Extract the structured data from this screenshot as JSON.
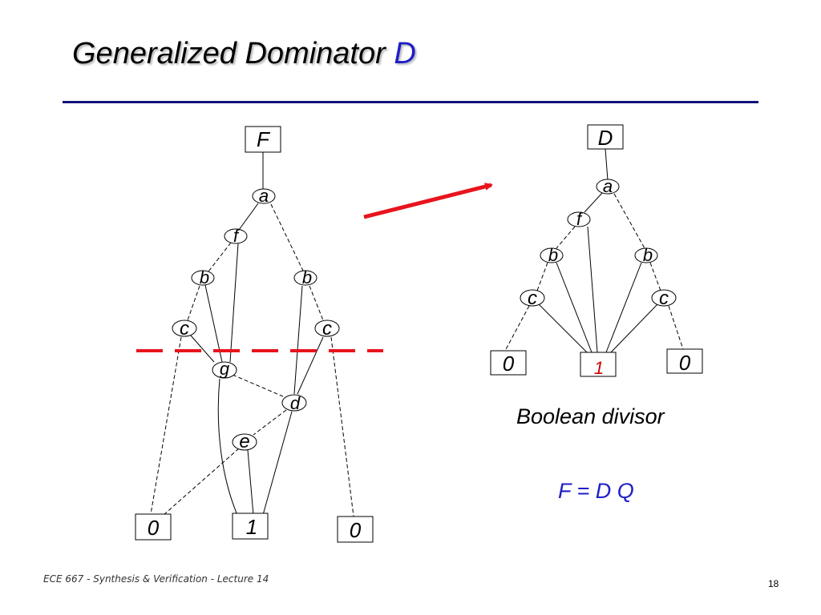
{
  "slide": {
    "title": "Generalized Dominator",
    "title_accent": "D",
    "footer": "ECE 667 - Synthesis & Verification - Lecture 14",
    "page_number": "18"
  },
  "colors": {
    "title_accent": "#1e1ec8",
    "rule": "#12127a",
    "cut_line": "#e8141c",
    "arrow": "#e8141c",
    "formula": "#1e1ec8",
    "divisor_terminal_one": "#cc0000"
  },
  "left_graph": {
    "root": "F",
    "nodes": {
      "a": "a",
      "f": "f",
      "b1": "b",
      "b2": "b",
      "c1": "c",
      "c2": "c",
      "g": "g",
      "d": "d",
      "e": "e"
    },
    "terminals": {
      "zero_left": "0",
      "one": "1",
      "zero_right": "0"
    }
  },
  "right_graph": {
    "root": "D",
    "nodes": {
      "a": "a",
      "f": "f",
      "b1": "b",
      "b2": "b",
      "c1": "c",
      "c2": "c"
    },
    "terminals": {
      "zero_left": "0",
      "one": "1",
      "zero_right": "0"
    }
  },
  "captions": {
    "divisor_label": "Boolean divisor",
    "formula": "F = D Q"
  }
}
